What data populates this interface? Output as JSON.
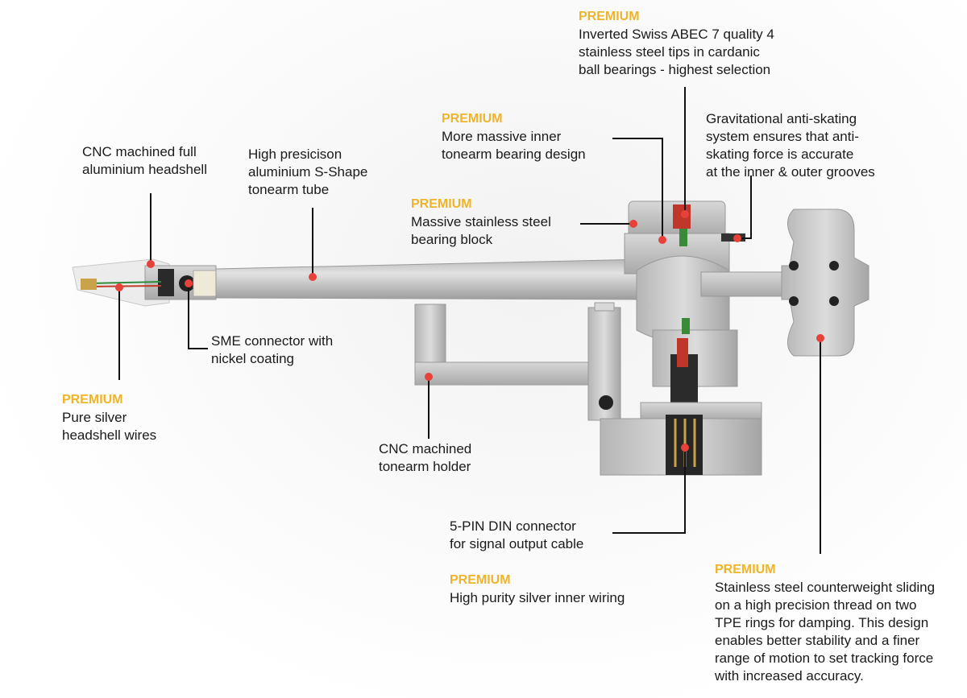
{
  "colors": {
    "premium": "#f0b428",
    "marker": "#e8413a",
    "leader": "#111111",
    "metal": "#c9c9c9"
  },
  "callouts": {
    "bearings": {
      "tag": "PREMIUM",
      "text": "Inverted Swiss ABEC 7 quality 4\nstainless steel tips in cardanic\nball bearings - highest selection"
    },
    "inner_bearing": {
      "tag": "PREMIUM",
      "text": "More massive inner\ntonearm bearing design"
    },
    "anti_skating": {
      "text": "Gravitational anti-skating\nsystem ensures that anti-\nskating force is accurate\nat the inner & outer grooves"
    },
    "headshell": {
      "text": "CNC machined full\naluminium headshell"
    },
    "tube": {
      "text": "High presicison\naluminium S-Shape\ntonearm tube"
    },
    "bearing_block": {
      "tag": "PREMIUM",
      "text": "Massive stainless steel\nbearing block"
    },
    "sme": {
      "text": "SME connector with\nnickel coating"
    },
    "wires": {
      "tag": "PREMIUM",
      "text": "Pure silver\nheadshell wires"
    },
    "holder": {
      "text": "CNC machined\ntonearm holder"
    },
    "din": {
      "text": "5-PIN DIN connector\nfor signal output cable"
    },
    "inner_wiring": {
      "tag": "PREMIUM",
      "text": "High purity silver inner wiring"
    },
    "counterweight": {
      "tag": "PREMIUM",
      "text": "Stainless steel counterweight sliding\non a high precision thread on two\nTPE rings for damping. This design\nenables better stability and a finer\nrange of motion to set tracking force\nwith increased accuracy."
    }
  }
}
